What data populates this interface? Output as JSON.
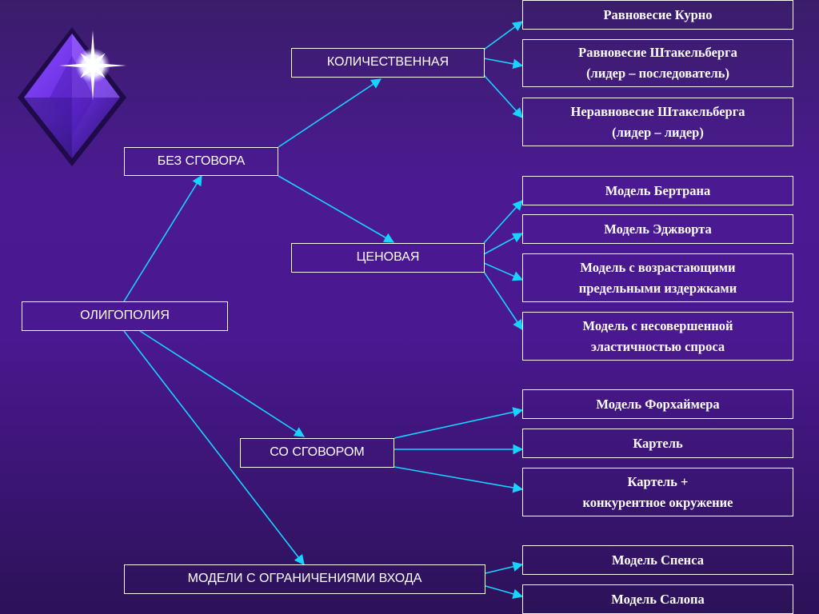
{
  "colors": {
    "background_top": "#3a1d6a",
    "background_mid": "#4b1a92",
    "box_border": "#ffffff",
    "text": "#ffffff",
    "arrow": "#19d3ff",
    "logo_diamond": "#6a2ee0"
  },
  "icons": {
    "logo": "purple-diamond-star-icon"
  },
  "nodes": {
    "oligopoly": "ОЛИГОПОЛИЯ",
    "no_collusion": "БЕЗ СГОВОРА",
    "quantity": "КОЛИЧЕСТВЕННАЯ",
    "price": "ЦЕНОВАЯ",
    "collusion": "СО СГОВОРОМ",
    "entry_limits": "МОДЕЛИ С ОГРАНИЧЕНИЯМИ ВХОДА",
    "cournot": "Равновесие Курно",
    "stackelberg_eq": "Равновесие Штакельберга\n(лидер – последователь)",
    "stackelberg_diseq": "Неравновесие Штакельберга\n(лидер – лидер)",
    "bertrand": "Модель Бертрана",
    "edgeworth": "Модель Эджворта",
    "increasing_costs": "Модель с возрастающими\nпредельными издержками",
    "imperfect_elasticity": "Модель с несовершенной\nэластичностью спроса",
    "forchheimer": "Модель Форхаймера",
    "cartel": "Картель",
    "cartel_fringe": "Картель +\nконкурентное окружение",
    "spence": "Модель Спенса",
    "salop": "Модель Салопа"
  }
}
